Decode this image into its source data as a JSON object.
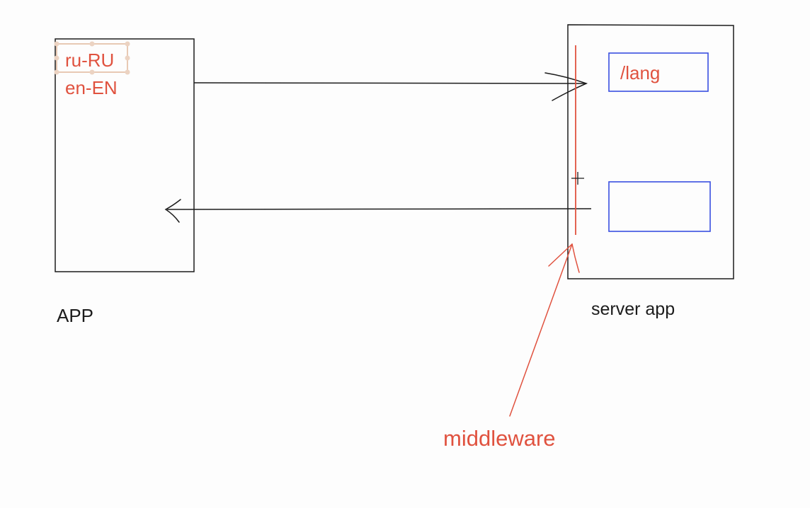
{
  "client": {
    "title": "APP",
    "languages": [
      "ru-RU",
      "en-EN"
    ]
  },
  "server": {
    "title": "server app",
    "route_label": "/lang"
  },
  "middleware": {
    "label": "middleware"
  },
  "colors": {
    "ink": "#1c1c1c",
    "annotation": "#e0523f",
    "route_box": "#3a4fe0",
    "selection": "#e8c9b4"
  }
}
